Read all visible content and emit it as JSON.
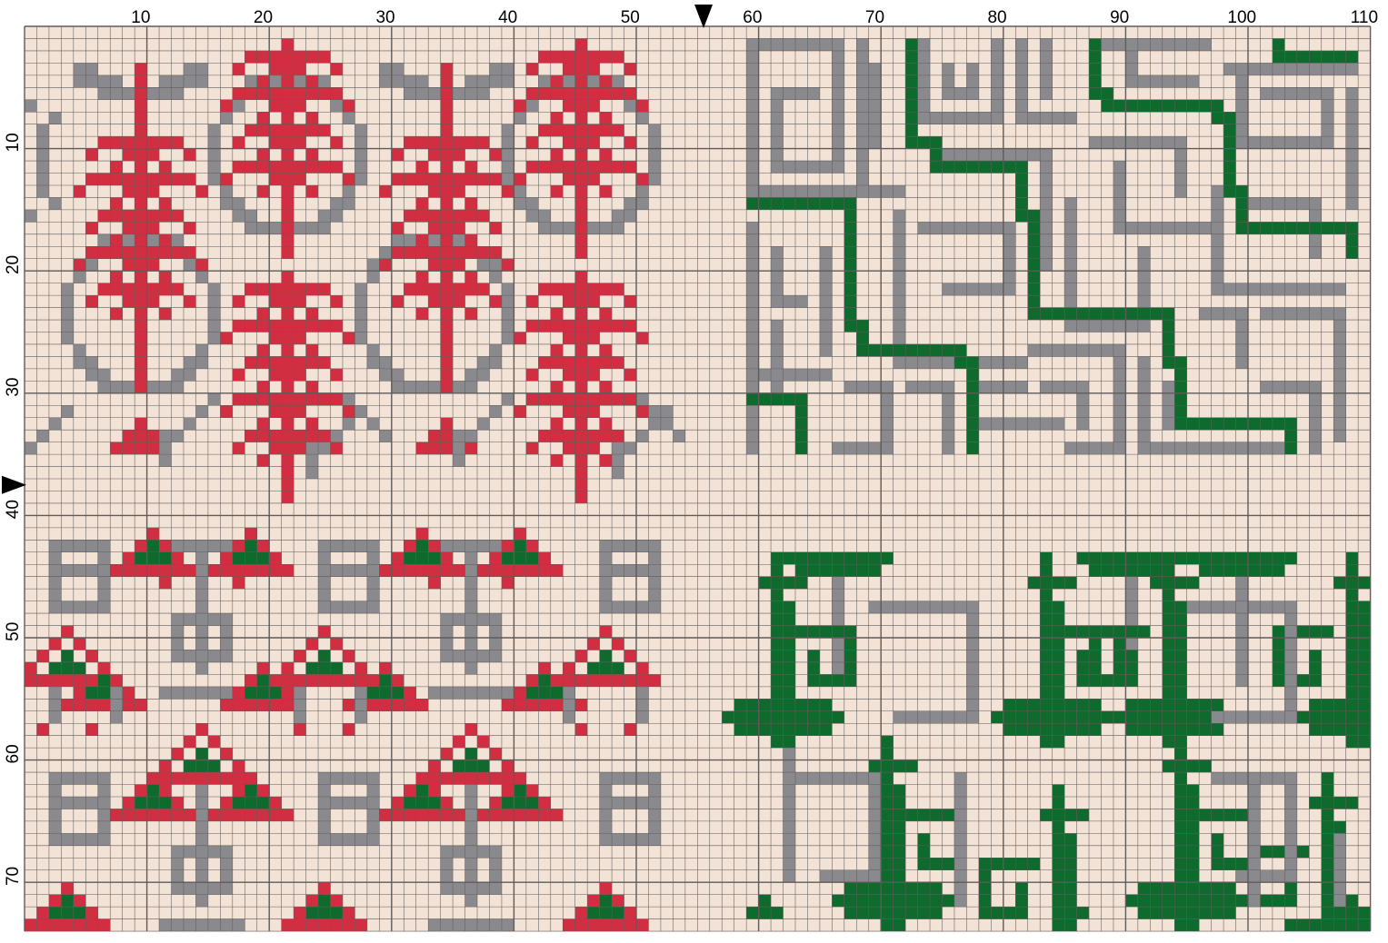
{
  "chart_data": {
    "type": "cross-stitch-pattern",
    "grid": {
      "columns": 110,
      "rows": 74
    },
    "column_axis": {
      "step": 10,
      "labels": [
        "10",
        "20",
        "30",
        "40",
        "50",
        "60",
        "70",
        "80",
        "90",
        "100",
        "110"
      ]
    },
    "row_axis": {
      "step": 10,
      "labels": [
        "10",
        "20",
        "30",
        "40",
        "50",
        "60",
        "70"
      ]
    },
    "center_markers": {
      "column": 56,
      "row": 38
    },
    "colors": {
      "fabric": "#f3e2d6",
      "grid_line": "#5e5b5a",
      "gray": "#8a8a8e",
      "red": "#d22e41",
      "green": "#0f6a2d",
      "marker": "#000000"
    },
    "quadrants": {
      "top_left": "gray medallions with red tree motifs",
      "top_right": "gray and green interlocking maze",
      "bottom_left": "gray tree stands with red and green triangles",
      "bottom_right": "green scroll motifs with gray frames"
    }
  }
}
